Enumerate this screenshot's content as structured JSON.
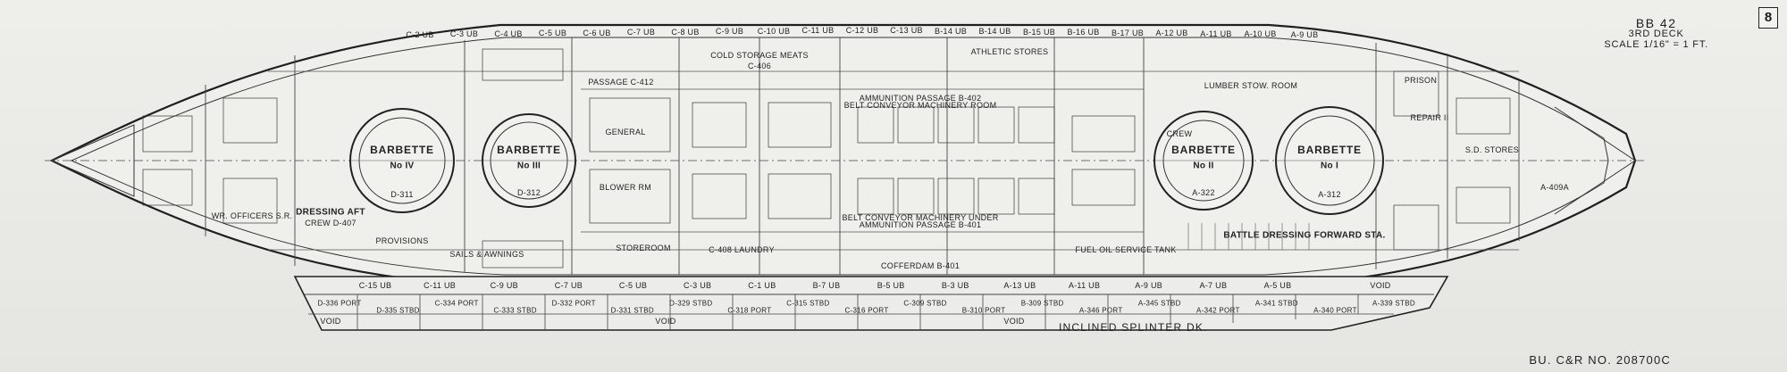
{
  "header": {
    "ship": "BB 42",
    "deck": "3RD DECK",
    "scale": "SCALE 1/16\" = 1 FT."
  },
  "sheet_number": "8",
  "drawing_number": "BU. C&R NO. 208700C",
  "splinter_deck_label": "INCLINED SPLINTER DK.",
  "compartments": {
    "barbette_iv": "BARBETTE",
    "barbette_iv_no": "No IV",
    "barbette_iv_id": "D-311",
    "barbette_iii": "BARBETTE",
    "barbette_iii_no": "No III",
    "barbette_iii_id": "D-312",
    "barbette_ii": "BARBETTE",
    "barbette_ii_no": "No II",
    "barbette_ii_id": "A-322",
    "barbette_i": "BARBETTE",
    "barbette_i_no": "No I",
    "barbette_i_id": "A-312",
    "cold_storage": "COLD STORAGE MEATS",
    "cold_storage_id": "C-406",
    "general": "GENERAL",
    "passage_c412": "PASSAGE C-412",
    "blower_rm": "BLOWER RM",
    "dressing_aft": "DRESSING AFT",
    "crew_d407": "CREW D-407",
    "battle_dressing_fwd": "BATTLE DRESSING FORWARD STA.",
    "prison": "PRISON",
    "lumber_stow": "LUMBER STOW. ROOM",
    "wardroom_officers": "WR. OFFICERS S.R.",
    "sd_stores": "S.D. STORES",
    "ammunition_passage_top": "AMMUNITION PASSAGE B-402",
    "ammunition_passage_bottom": "AMMUNITION PASSAGE B-401",
    "belt_conveyor_top": "BELT CONVEYOR MACHINERY ROOM",
    "belt_conveyor_bottom": "BELT CONVEYOR MACHINERY UNDER",
    "cofferdam": "COFFERDAM B-401",
    "athletic_stores": "ATHLETIC STORES",
    "void": "VOID",
    "a_409a": "A-409A",
    "fuel_oil": "FUEL OIL SERVICE TANK",
    "crew_fwd": "CREW",
    "provisions": "PROVISIONS",
    "laundry": "C-408 LAUNDRY",
    "storeroom": "STOREROOM",
    "sails_awnings": "SAILS & AWNINGS",
    "repair_ii": "REPAIR II"
  },
  "frame_labels_top": [
    "C-2 UB",
    "C-3 UB",
    "C-4 UB",
    "C-5 UB",
    "C-6 UB",
    "C-7 UB",
    "C-8 UB",
    "C-9 UB",
    "C-10 UB",
    "C-11 UB",
    "C-12 UB",
    "C-13 UB",
    "B-14 UB",
    "B-14 UB",
    "B-15 UB",
    "B-16 UB",
    "B-17 UB",
    "A-12 UB",
    "A-11 UB",
    "A-10 UB",
    "A-9 UB"
  ],
  "frame_labels_bottom": [
    "C-15 UB",
    "C-11 UB",
    "C-9 UB",
    "C-7 UB",
    "C-5 UB",
    "C-3 UB",
    "C-1 UB",
    "B-7 UB",
    "B-5 UB",
    "B-3 UB",
    "A-13 UB",
    "A-11 UB",
    "A-9 UB",
    "A-7 UB",
    "A-5 UB"
  ],
  "splinter_stations": [
    "D-336 PORT",
    "D-335 STBD",
    "C-334 PORT",
    "C-333 STBD",
    "D-332 PORT",
    "D-331 STBD",
    "D-329 STBD",
    "C-318 PORT",
    "C-315 STBD",
    "C-316 PORT",
    "C-309 STBD",
    "B-310 PORT",
    "B-309 STBD",
    "A-346 PORT",
    "A-345 STBD",
    "A-342 PORT",
    "A-341 STBD",
    "A-340 PORT",
    "A-339 STBD"
  ]
}
